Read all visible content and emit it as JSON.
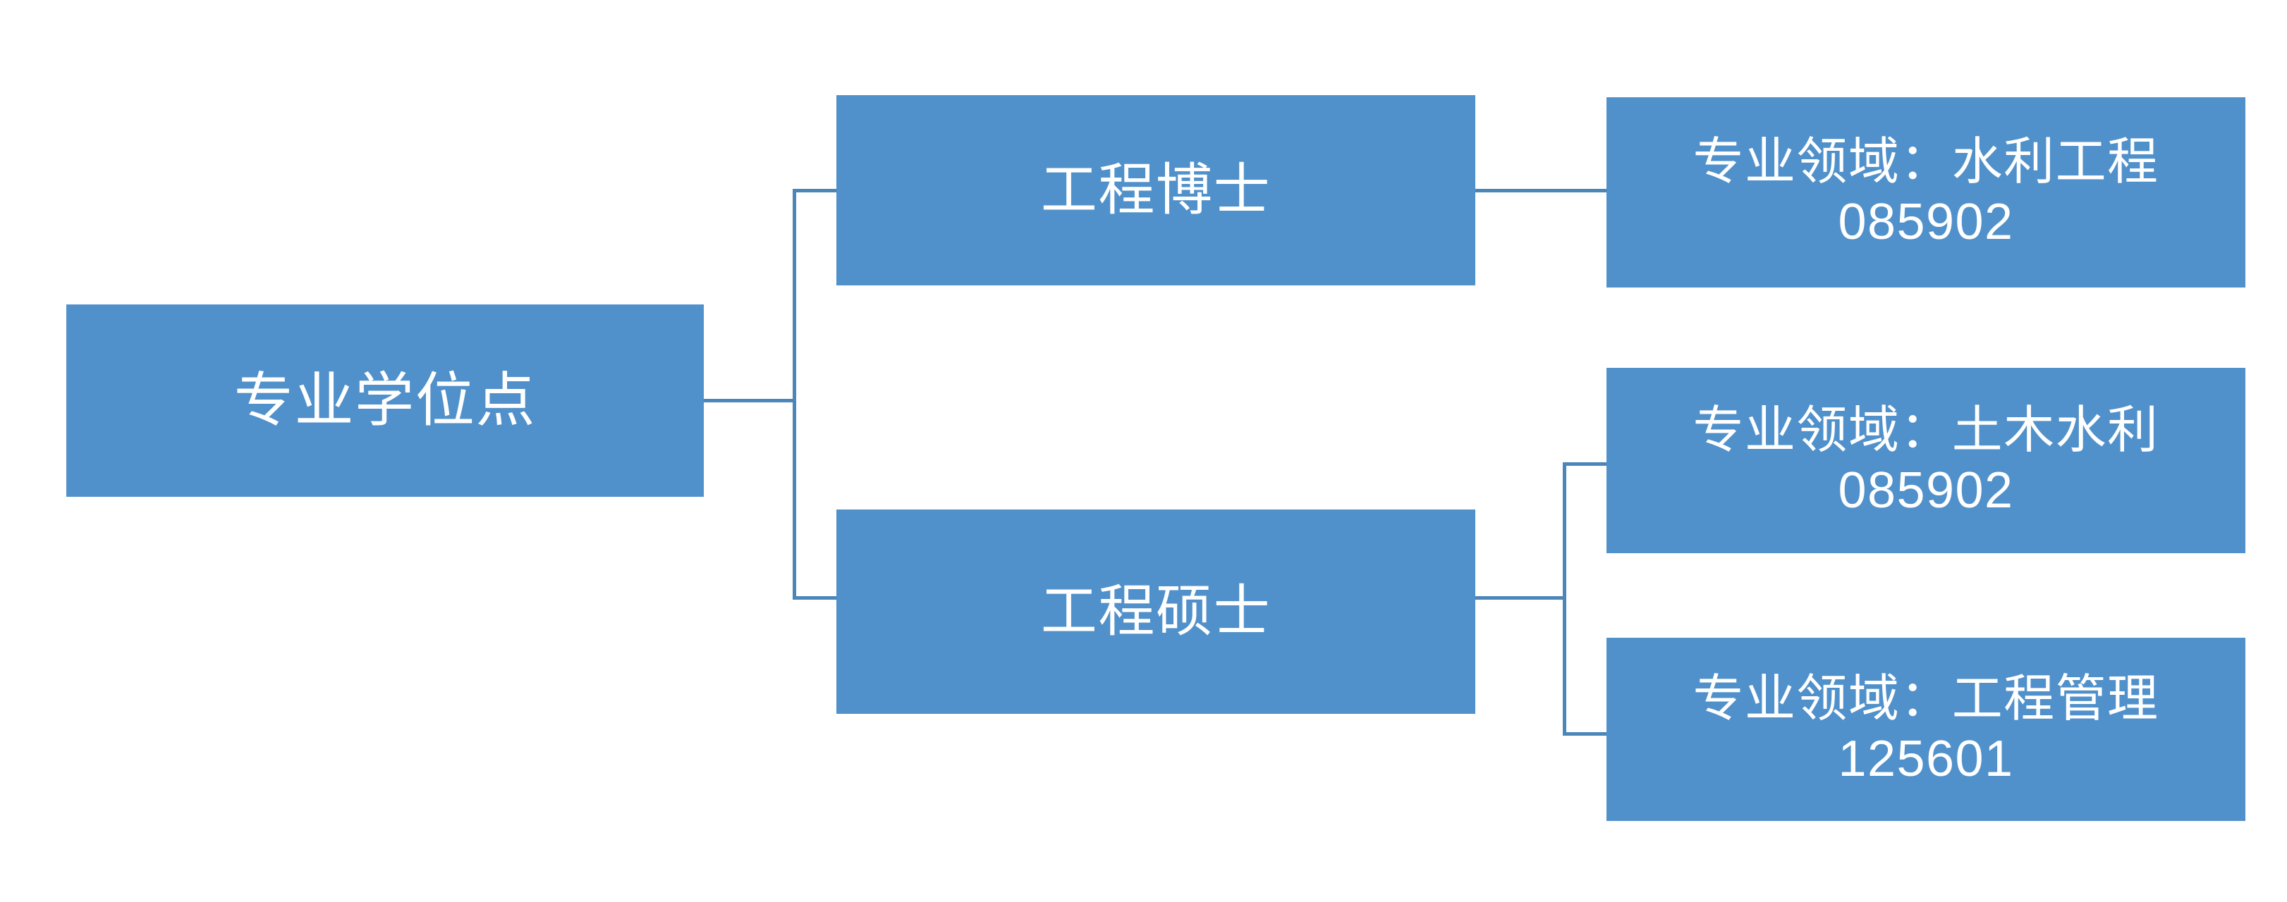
{
  "diagram": {
    "title": "专业学位点",
    "type": "horizontal-hierarchy-tree",
    "accent_color": "#5191CB",
    "connector_color": "#4A86B8",
    "text_color": "#FFFFFF",
    "background_color": "#FFFFFF",
    "nodes": {
      "root": {
        "label": "专业学位点",
        "level": 1
      },
      "level2": [
        {
          "id": "gcbs",
          "label": "工程博士",
          "level": 2
        },
        {
          "id": "gcss",
          "label": "工程硕士",
          "level": 2
        }
      ],
      "level3": [
        {
          "id": "slgc",
          "label": "专业领域：水利工程\n085902",
          "field": "专业领域：水利工程",
          "code": "085902",
          "parent": "工程博士",
          "level": 3
        },
        {
          "id": "tmsl",
          "label": "专业领域：土木水利\n085902",
          "field": "专业领域：土木水利",
          "code": "085902",
          "parent": "工程硕士",
          "level": 3
        },
        {
          "id": "gcgl",
          "label": "专业领域：工程管理\n125601",
          "field": "专业领域：工程管理",
          "code": "125601",
          "parent": "工程硕士",
          "level": 3
        }
      ]
    }
  }
}
